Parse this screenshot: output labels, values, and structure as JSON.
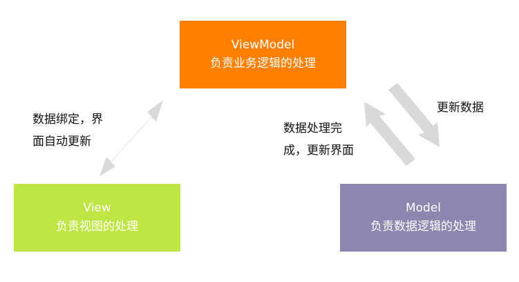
{
  "colors": {
    "viewmodel": "#ff8000",
    "view": "#c0e645",
    "model": "#8d86b0",
    "arrow": "#d9d9d9"
  },
  "viewmodel": {
    "title": "ViewModel",
    "desc": "负责业务逻辑的处理"
  },
  "view": {
    "title": "View",
    "desc": "负责视图的处理"
  },
  "model": {
    "title": "Model",
    "desc": "负责数据逻辑的处理"
  },
  "labels": {
    "binding_line1": "数据绑定，界",
    "binding_line2": "面自动更新",
    "done_line1": "数据处理完",
    "done_line2": "成，更新界面",
    "update": "更新数据"
  },
  "arrows": [
    {
      "from": "view",
      "to": "viewmodel",
      "direction": "both"
    },
    {
      "from": "model",
      "to": "viewmodel",
      "direction": "one-way"
    },
    {
      "from": "viewmodel",
      "to": "model",
      "direction": "one-way"
    }
  ]
}
